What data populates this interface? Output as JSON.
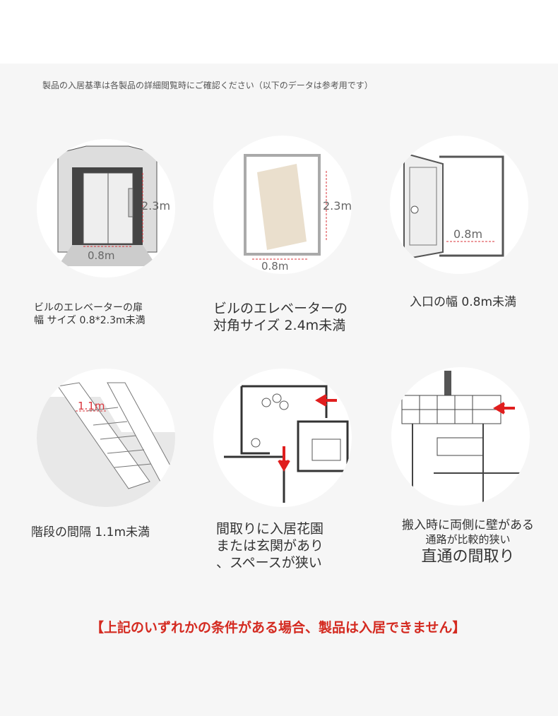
{
  "note": "製品の入居基準は各製品の詳細閲覧時にご確認ください（以下のデータは参考用です）",
  "items": [
    {
      "label1": "ビルのエレベーターの扉",
      "label2": "幅 サイズ 0.8*2.3m未満",
      "dim_w": "0.8m",
      "dim_h": "2.3m"
    },
    {
      "label1": "ビルのエレベーターの",
      "label2": "対角サイズ 2.4m未満",
      "dim_w": "0.8m",
      "dim_h": "2.3m"
    },
    {
      "label1": "入口の幅 0.8m未満",
      "dim_w": "0.8m"
    },
    {
      "label1": "階段の間隔 1.1m未満",
      "dim_w": "1.1m"
    },
    {
      "label1": "間取りに入居花園",
      "label2": "または玄関があり",
      "label3": "、スペースが狭い"
    },
    {
      "label1": "搬入時に両側に壁がある",
      "label2": "通路が比較的狭い",
      "label3": "直通の間取り"
    }
  ],
  "warning": "【上記のいずれかの条件がある場合、製品は入居できません】",
  "colors": {
    "accent": "#d42a20",
    "dimension": "#d9333a"
  }
}
